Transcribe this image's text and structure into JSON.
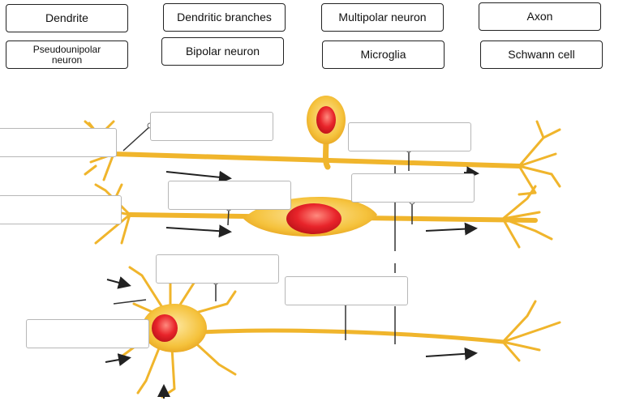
{
  "word_bank": [
    "Dendrite",
    "Dendritic branches",
    "Multipolar neuron",
    "Axon",
    "Pseudounipolar neuron",
    "Bipolar neuron",
    "Microglia",
    "Schwann cell"
  ],
  "drop_targets": [
    "",
    "",
    "",
    "",
    "",
    "",
    "",
    "",
    ""
  ],
  "colors": {
    "neuron_fill": "#f5c23c",
    "neuron_edge": "#e0a21a",
    "nucleus": "#e8242a",
    "arrow": "#222222",
    "box_border": "#b7b7b7"
  }
}
